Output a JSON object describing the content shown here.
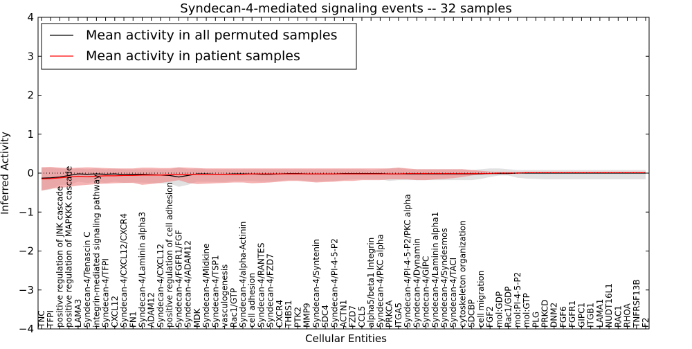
{
  "chart_data": {
    "type": "line",
    "title": "Syndecan-4-mediated signaling events -- 32 samples",
    "xlabel": "Cellular Entities",
    "ylabel": "Inferred Activity",
    "ylim": [
      -4,
      4
    ],
    "yticks": [
      "4",
      "3",
      "2",
      "1",
      "0",
      "−1",
      "−2",
      "−3",
      "−4"
    ],
    "grid": false,
    "legend_position": "top-left",
    "zero_line": "dotted",
    "categories": [
      "TNC",
      "TFPI",
      "positive regulation of JNK cascade",
      "positive regulation of MAPKKK cascade",
      "LAMA3",
      "Syndecan-4/Tenascin C",
      "integrin-mediated signaling pathway",
      "Syndecan-4/TFPI",
      "CXCL12",
      "Syndecan-4/CXCL12/CXCR4",
      "FN1",
      "Syndecan-4/Laminin alpha3",
      "ADAM12",
      "Syndecan-4/CXCL12",
      "positive regulation of cell adhesion",
      "Syndecan-4/FGFR1/FGF",
      "Syndecan-4/ADAM12",
      "MDK",
      "Syndecan-4/Midkine",
      "Syndecan-4/TSP1",
      "vasculogenesis",
      "Rac1/GTP",
      "Syndecan-4/alpha-Actinin",
      "cell adhesion",
      "Syndecan-4/RANTES",
      "Syndecan-4/FZD7",
      "CXCR4",
      "THBS1",
      "PTK2",
      "MMP9",
      "Syndecan-4/Syntenin",
      "SDC4",
      "Syndecan-4/PI-4-5-P2",
      "ACTN1",
      "FZD7",
      "CCL5",
      "alpha5/beta1 Integrin",
      "Syndecan-4/PKC alpha",
      "PRKCA",
      "ITGA5",
      "Syndecan-4/PI-4-5-P2/PKC alpha",
      "Syndecan-4/Dynamin",
      "Syndecan-4/GIPC",
      "Syndecan-4/Laminin alpha1",
      "Syndecan-4/Syndesmos",
      "Syndecan-4/TACI",
      "cytoskeleton organization",
      "SDCBP",
      "cell migration",
      "FGF2",
      "mol:GDP",
      "Rac1/GDP",
      "mol:PI-4-5-P2",
      "mol:GTP",
      "PLG",
      "PRKCD",
      "DNM2",
      "FGF6",
      "FGFR1",
      "GIPC1",
      "ITGB1",
      "LAMA1",
      "NUDT16L1",
      "RAC1",
      "RHOA",
      "TNFRSF13B",
      "F2"
    ],
    "series": [
      {
        "name": "Mean activity in all permuted samples",
        "color": "#000000",
        "values": [
          -0.13,
          -0.12,
          -0.1,
          -0.06,
          -0.02,
          -0.03,
          -0.02,
          -0.03,
          -0.02,
          -0.04,
          -0.03,
          -0.03,
          -0.04,
          -0.05,
          -0.06,
          -0.1,
          -0.06,
          -0.02,
          -0.02,
          -0.03,
          -0.03,
          -0.02,
          -0.02,
          -0.02,
          -0.03,
          -0.03,
          -0.02,
          -0.01,
          -0.01,
          -0.02,
          -0.02,
          -0.02,
          -0.02,
          -0.01,
          -0.01,
          -0.01,
          -0.01,
          -0.01,
          -0.02,
          -0.02,
          -0.02,
          -0.02,
          -0.02,
          -0.02,
          -0.02,
          -0.02,
          -0.02,
          -0.02,
          -0.02,
          -0.01,
          -0.01,
          -0.01,
          0,
          0,
          0,
          0,
          0,
          0,
          0,
          0,
          0,
          0,
          0,
          0,
          0,
          0,
          0
        ],
        "band_low": [
          -0.45,
          -0.42,
          -0.3,
          -0.3,
          -0.22,
          -0.25,
          -0.22,
          -0.25,
          -0.22,
          -0.25,
          -0.24,
          -0.24,
          -0.25,
          -0.26,
          -0.27,
          -0.35,
          -0.3,
          -0.22,
          -0.22,
          -0.23,
          -0.23,
          -0.2,
          -0.2,
          -0.2,
          -0.22,
          -0.22,
          -0.2,
          -0.18,
          -0.18,
          -0.2,
          -0.22,
          -0.2,
          -0.2,
          -0.18,
          -0.16,
          -0.16,
          -0.16,
          -0.16,
          -0.2,
          -0.18,
          -0.18,
          -0.18,
          -0.18,
          -0.18,
          -0.18,
          -0.18,
          -0.18,
          -0.18,
          -0.15,
          -0.1,
          -0.06,
          -0.06,
          -0.12,
          -0.14,
          -0.15,
          -0.16,
          -0.16,
          -0.16,
          -0.16,
          -0.16,
          -0.16,
          -0.16,
          -0.16,
          -0.16,
          -0.16,
          -0.16,
          -0.16
        ],
        "band_high": [
          0.15,
          0.13,
          0.12,
          0.1,
          0.12,
          0.1,
          0.12,
          0.1,
          0.12,
          0.1,
          0.1,
          0.1,
          0.1,
          0.1,
          0.1,
          0.15,
          0.1,
          0.12,
          0.1,
          0.1,
          0.1,
          0.1,
          0.1,
          0.1,
          0.1,
          0.1,
          0.1,
          0.1,
          0.1,
          0.1,
          0.1,
          0.1,
          0.1,
          0.1,
          0.1,
          0.1,
          0.08,
          0.1,
          0.12,
          0.14,
          0.1,
          0.1,
          0.1,
          0.1,
          0.1,
          0.1,
          0.1,
          0.08,
          0.1,
          0.12,
          0.12,
          0.1,
          0.08,
          0.08,
          0.08,
          0.08,
          0.08,
          0.08,
          0.08,
          0.08,
          0.08,
          0.08,
          0.08,
          0.08,
          0.08,
          0.08,
          0.08
        ]
      },
      {
        "name": "Mean activity in patient samples",
        "color": "#ff0000",
        "values": [
          -0.15,
          -0.14,
          -0.12,
          -0.1,
          -0.08,
          -0.09,
          -0.08,
          -0.07,
          -0.07,
          -0.06,
          -0.06,
          -0.05,
          -0.05,
          -0.05,
          -0.04,
          -0.04,
          -0.04,
          -0.03,
          -0.03,
          -0.03,
          -0.03,
          -0.03,
          -0.03,
          -0.02,
          -0.02,
          -0.02,
          -0.02,
          -0.02,
          -0.02,
          -0.02,
          -0.02,
          -0.02,
          -0.02,
          -0.02,
          -0.02,
          -0.02,
          -0.02,
          -0.02,
          -0.02,
          -0.02,
          -0.01,
          -0.01,
          -0.01,
          -0.01,
          -0.01,
          -0.01,
          -0.01,
          -0.01,
          -0.01,
          -0.01,
          0,
          0,
          0,
          0.01,
          0.01,
          0.01,
          0.01,
          0.01,
          0.01,
          0.01,
          0.01,
          0.01,
          0.01,
          0.01,
          0.01,
          0.01,
          0.01
        ],
        "band_low": [
          -0.45,
          -0.4,
          -0.38,
          -0.35,
          -0.32,
          -0.3,
          -0.28,
          -0.27,
          -0.26,
          -0.25,
          -0.25,
          -0.3,
          -0.28,
          -0.25,
          -0.22,
          -0.18,
          -0.25,
          -0.28,
          -0.27,
          -0.26,
          -0.25,
          -0.24,
          -0.24,
          -0.26,
          -0.25,
          -0.24,
          -0.22,
          -0.2,
          -0.2,
          -0.22,
          -0.24,
          -0.23,
          -0.22,
          -0.2,
          -0.2,
          -0.18,
          -0.18,
          -0.18,
          -0.16,
          -0.16,
          -0.16,
          -0.18,
          -0.18,
          -0.16,
          -0.15,
          -0.13,
          -0.1,
          -0.06,
          -0.03,
          -0.02,
          -0.02,
          -0.02,
          -0.01,
          0,
          0,
          0,
          0,
          0,
          0,
          0,
          0,
          0,
          0,
          0,
          0,
          0,
          0
        ],
        "band_high": [
          0.15,
          0.16,
          0.14,
          0.13,
          0.14,
          0.15,
          0.14,
          0.13,
          0.12,
          0.12,
          0.12,
          0.14,
          0.14,
          0.13,
          0.13,
          0.15,
          0.14,
          0.13,
          0.12,
          0.12,
          0.12,
          0.12,
          0.12,
          0.12,
          0.12,
          0.12,
          0.12,
          0.12,
          0.12,
          0.12,
          0.12,
          0.12,
          0.12,
          0.12,
          0.12,
          0.12,
          0.12,
          0.12,
          0.12,
          0.14,
          0.12,
          0.1,
          0.1,
          0.1,
          0.1,
          0.1,
          0.1,
          0.08,
          0.06,
          0.04,
          0.03,
          0.03,
          0.03,
          0.03,
          0.03,
          0.03,
          0.03,
          0.03,
          0.03,
          0.03,
          0.03,
          0.03,
          0.03,
          0.03,
          0.03,
          0.03,
          0.03
        ]
      }
    ]
  }
}
